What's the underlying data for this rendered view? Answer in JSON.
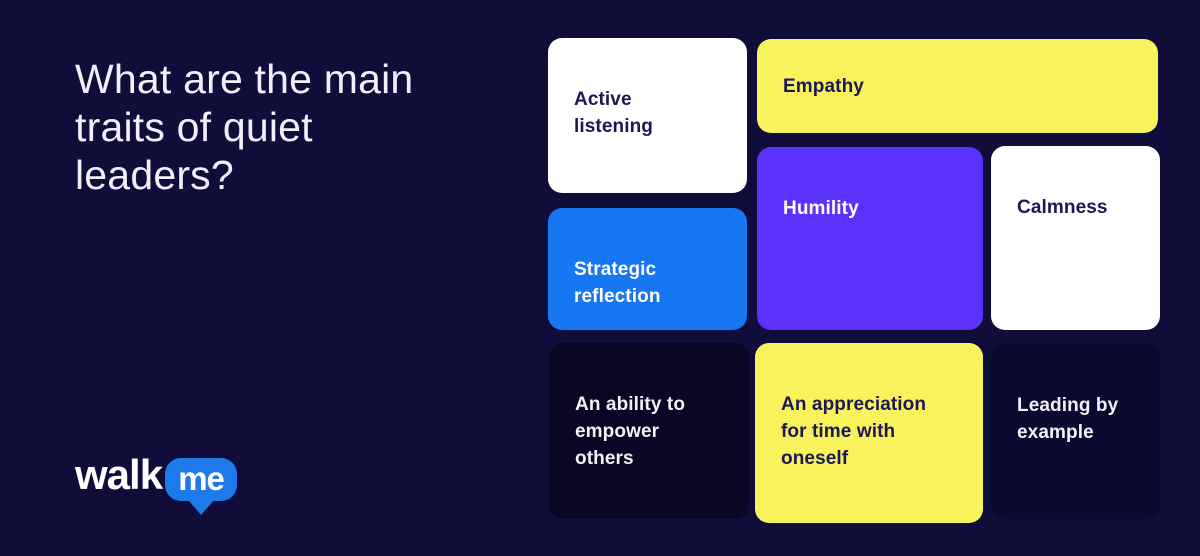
{
  "page": {
    "background": "#100D3A"
  },
  "heading": {
    "lines": [
      "What are the main",
      "traits of quiet",
      "leaders?"
    ],
    "color": "#F0EEF6"
  },
  "cards": [
    {
      "id": "active-listening",
      "label_lines": [
        "Active",
        "listening"
      ],
      "bg": "#FFFFFF",
      "text_color": "#1A1856"
    },
    {
      "id": "empathy",
      "label_lines": [
        "Empathy"
      ],
      "bg": "#F8F35D",
      "text_color": "#1A1856"
    },
    {
      "id": "humility",
      "label_lines": [
        "Humility"
      ],
      "bg": "#5B31FC",
      "text_color": "#FFFFFF"
    },
    {
      "id": "calmness",
      "label_lines": [
        "Calmness"
      ],
      "bg": "#FFFFFF",
      "text_color": "#1A1856"
    },
    {
      "id": "strategic-reflection",
      "label_lines": [
        "Strategic",
        "reflection"
      ],
      "bg": "#1776F2",
      "text_color": "#FFFFFF"
    },
    {
      "id": "ability-to-empower",
      "label_lines": [
        "An ability to",
        "empower",
        "others"
      ],
      "bg": "#090724",
      "text_color": "#F2F1F7"
    },
    {
      "id": "appreciation-of-time",
      "label_lines": [
        "An appreciation",
        "for time with",
        "oneself"
      ],
      "bg": "#F8F35D",
      "text_color": "#1A1856"
    },
    {
      "id": "leading-by-example",
      "label_lines": [
        "Leading by",
        "example"
      ],
      "bg": "#0B0930",
      "text_color": "#F2F1F7"
    }
  ],
  "logo": {
    "walk": "walk",
    "me": "me",
    "bubble_color": "#1E79EA"
  }
}
